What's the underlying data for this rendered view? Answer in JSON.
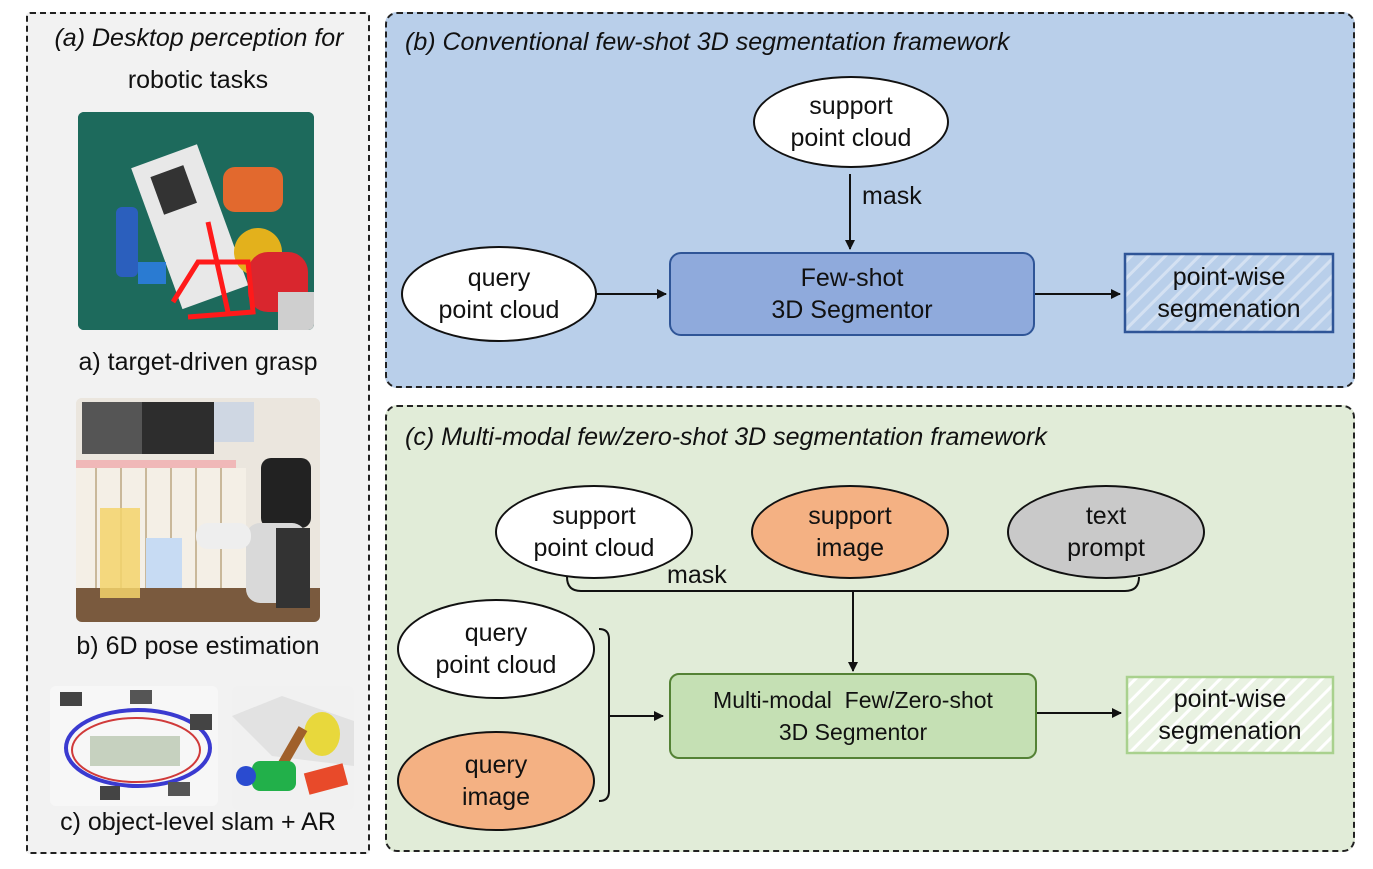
{
  "panel_a": {
    "title_line1": "(a) Desktop perception for",
    "title_line2": "robotic  tasks",
    "captions": [
      "a) target-driven grasp",
      "b) 6D pose estimation",
      "c) object-level slam + AR"
    ]
  },
  "panel_b": {
    "title": "(b) Conventional few-shot 3D segmentation framework",
    "support_line1": "support",
    "support_line2": "point cloud",
    "mask": "mask",
    "query_line1": "query",
    "query_line2": "point cloud",
    "segmentor_line1": "Few-shot",
    "segmentor_line2": "3D Segmentor",
    "output_line1": "point-wise",
    "output_line2": "segmenation"
  },
  "panel_c": {
    "title": "(c) Multi-modal few/zero-shot 3D segmentation framework",
    "support_pc_line1": "support",
    "support_pc_line2": "point cloud",
    "support_img_line1": "support",
    "support_img_line2": "image",
    "text_line1": "text",
    "text_line2": "prompt",
    "mask": "mask",
    "query_pc_line1": "query",
    "query_pc_line2": "point cloud",
    "query_img_line1": "query",
    "query_img_line2": "image",
    "segmentor_line1": "Multi-modal  Few/Zero-shot",
    "segmentor_line2": "3D Segmentor",
    "output_line1": "point-wise",
    "output_line2": "segmenation"
  },
  "colors": {
    "panel_b_bg": "#b9cfea",
    "panel_c_bg": "#e1ecd8",
    "segmentor_b": "#8faadc",
    "segmentor_c": "#c5e0b4",
    "orange_node": "#f4b183",
    "gray_node": "#c9c9c9"
  }
}
